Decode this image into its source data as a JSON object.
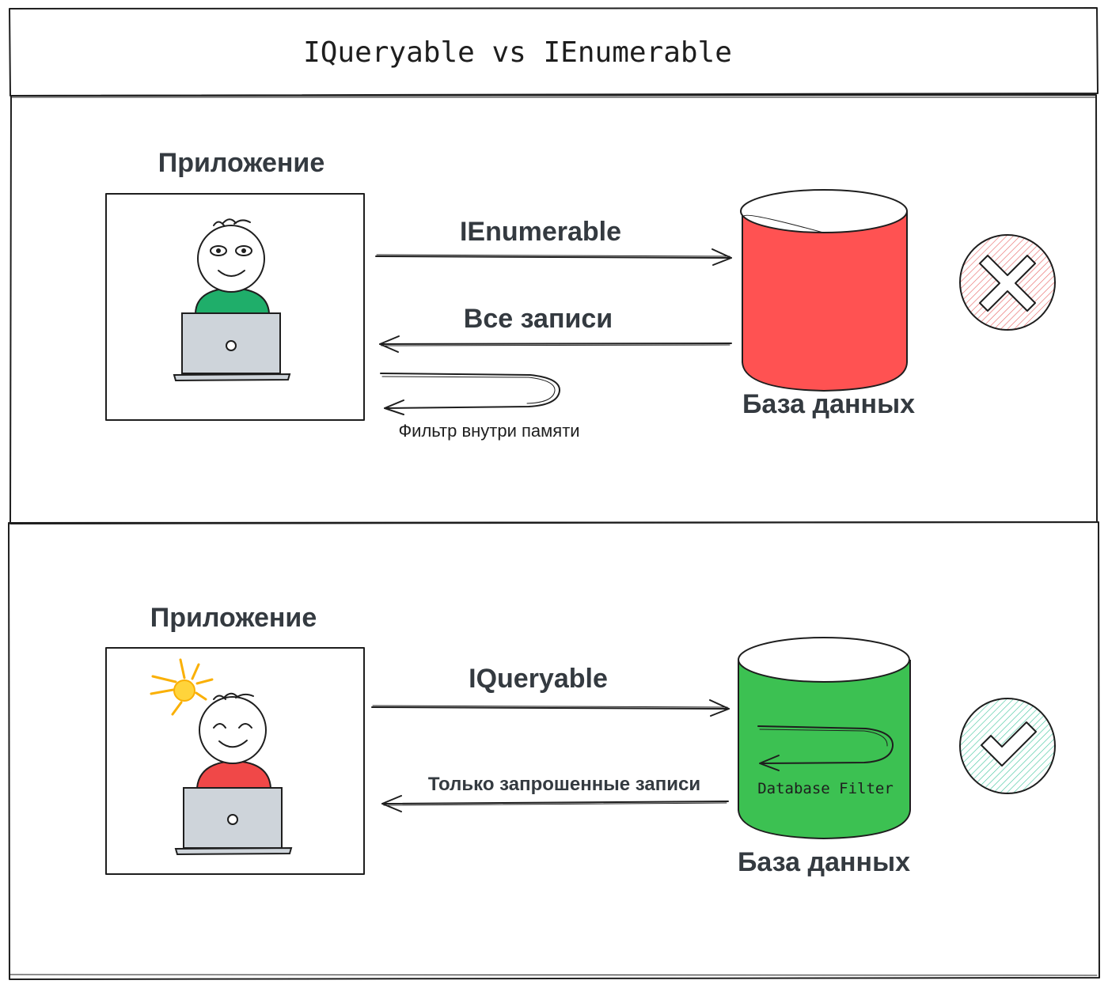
{
  "title": "IQueryable vs IEnumerable",
  "colors": {
    "db_red": "#ff5252",
    "db_green": "#3cc152",
    "shirt_green": "#1fae6a",
    "shirt_red": "#f04848",
    "laptop": "#ced4da",
    "bulb": "#ffd43b",
    "x_badge": "#e03131",
    "check_badge": "#12b886"
  },
  "top": {
    "app_label": "Приложение",
    "arrow_request": "IEnumerable",
    "arrow_response": "Все записи",
    "loop_caption": "Фильтр внутри памяти",
    "db_label": "База данных",
    "status_icon": "x-circle-icon"
  },
  "bottom": {
    "app_label": "Приложение",
    "arrow_request": "IQueryable",
    "arrow_response": "Только запрошенные записи",
    "db_filter": "Database Filter",
    "db_label": "База данных",
    "status_icon": "check-circle-icon"
  }
}
